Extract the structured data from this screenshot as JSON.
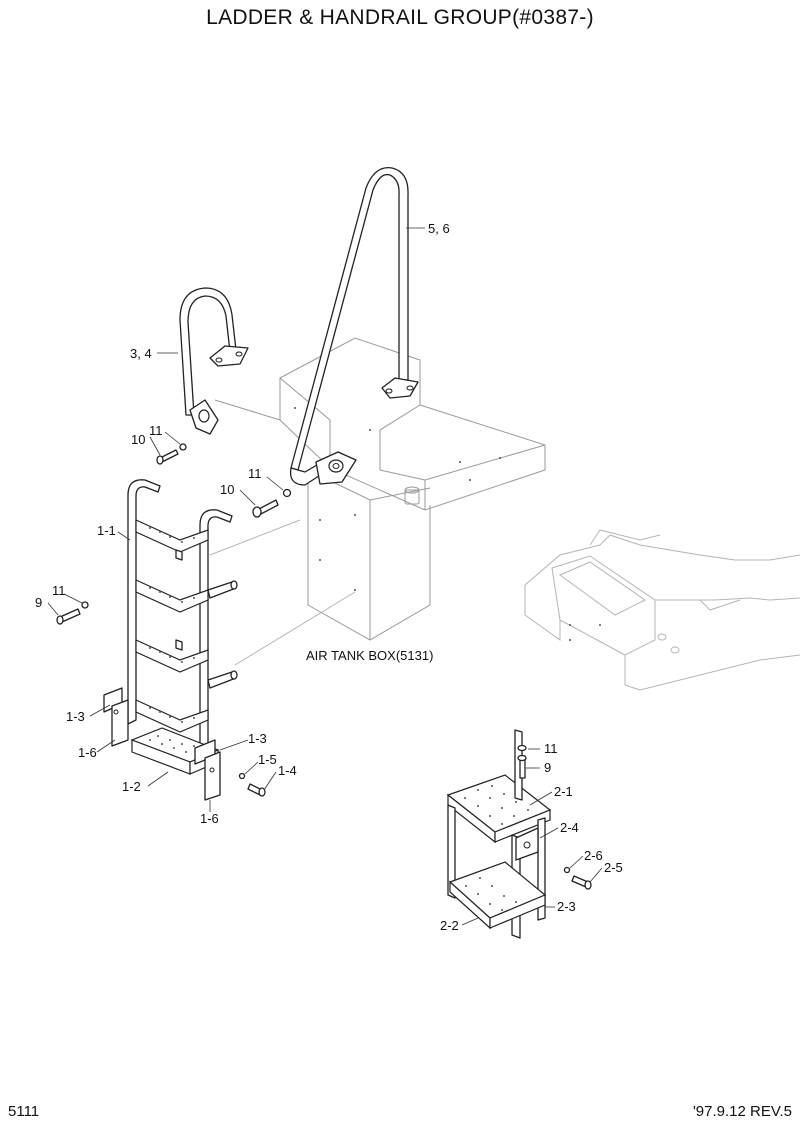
{
  "title": "LADDER & HANDRAIL GROUP(#0387-)",
  "footer": {
    "page_number": "5111",
    "revision": "'97.9.12  REV.5"
  },
  "reference_label": "AIR TANK BOX(5131)",
  "callouts": [
    {
      "id": "c-5-6",
      "text": "5, 6"
    },
    {
      "id": "c-3-4",
      "text": "3, 4"
    },
    {
      "id": "c-11a",
      "text": "11"
    },
    {
      "id": "c-10a",
      "text": "10"
    },
    {
      "id": "c-11b",
      "text": "11"
    },
    {
      "id": "c-10b",
      "text": "10"
    },
    {
      "id": "c-1-1",
      "text": "1-1"
    },
    {
      "id": "c-11c",
      "text": "11"
    },
    {
      "id": "c-9a",
      "text": "9"
    },
    {
      "id": "c-1-3a",
      "text": "1-3"
    },
    {
      "id": "c-1-6a",
      "text": "1-6"
    },
    {
      "id": "c-1-3b",
      "text": "1-3"
    },
    {
      "id": "c-1-5",
      "text": "1-5"
    },
    {
      "id": "c-1-4",
      "text": "1-4"
    },
    {
      "id": "c-1-2",
      "text": "1-2"
    },
    {
      "id": "c-1-6b",
      "text": "1-6"
    },
    {
      "id": "c-11d",
      "text": "11"
    },
    {
      "id": "c-9b",
      "text": "9"
    },
    {
      "id": "c-2-1",
      "text": "2-1"
    },
    {
      "id": "c-2-4",
      "text": "2-4"
    },
    {
      "id": "c-2-6",
      "text": "2-6"
    },
    {
      "id": "c-2-5",
      "text": "2-5"
    },
    {
      "id": "c-2-3",
      "text": "2-3"
    },
    {
      "id": "c-2-2",
      "text": "2-2"
    }
  ]
}
